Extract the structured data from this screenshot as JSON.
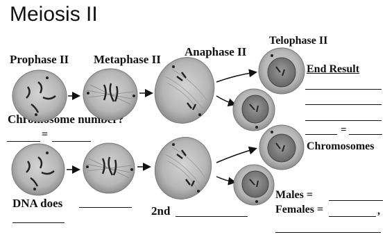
{
  "title": "Meiosis II",
  "stages": {
    "prophase": "Prophase II",
    "metaphase": "Metaphase II",
    "anaphase": "Anaphase II",
    "telophase": "Telophase II"
  },
  "end_result": "End Result",
  "chromosome_number": "Chromosome number?",
  "equals": "=",
  "chromosomes": "Chromosomes",
  "dna_does": "DNA does",
  "second": "2nd",
  "males": "Males =",
  "females": "Females =",
  "comma": ","
}
